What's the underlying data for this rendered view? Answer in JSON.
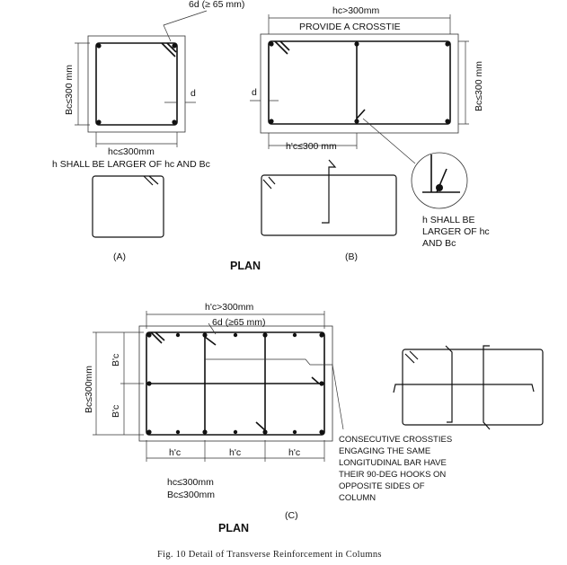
{
  "labels": {
    "hook_a": "6d (≥ 65 mm)",
    "bc_a": "Bc≤300 mm",
    "d_a": "d",
    "hc_a": "hc≤300mm",
    "h_rule_a": "h SHALL BE LARGER OF hc AND Bc",
    "tag_a": "(A)",
    "hc_b_top": "hc>300mm",
    "crosstie_b": "PROVIDE A CROSSTIE",
    "bc_b": "Bc≤300 mm",
    "d_b": "d",
    "hc_b_bottom": "h'c≤300 mm",
    "h_rule_b": [
      "h SHALL BE",
      "LARGER OF hc",
      "AND Bc"
    ],
    "tag_b": "(B)",
    "plan_top": "PLAN",
    "hc_c_top": "h'c>300mm",
    "hook_c": "6d (≥65 mm)",
    "bc_c": "Bc≤300mm",
    "bc_prime_1": "B'c",
    "bc_prime_2": "B'c",
    "hc_prime_1": "h'c",
    "hc_prime_2": "h'c",
    "hc_prime_3": "h'c",
    "hc_c_note": "hc≤300mm",
    "bc_c_note": "Bc≤300mm",
    "consecutive_note": [
      "CONSECUTIVE CROSSTIES",
      "ENGAGING THE SAME",
      "LONGITUDINAL BAR HAVE",
      "THEIR 90-DEG HOOKS ON",
      "OPPOSITE SIDES OF",
      "COLUMN"
    ],
    "tag_c": "(C)",
    "plan_bottom": "PLAN",
    "caption": "Fig. 10 Detail of Transverse Reinforcement in Columns"
  }
}
